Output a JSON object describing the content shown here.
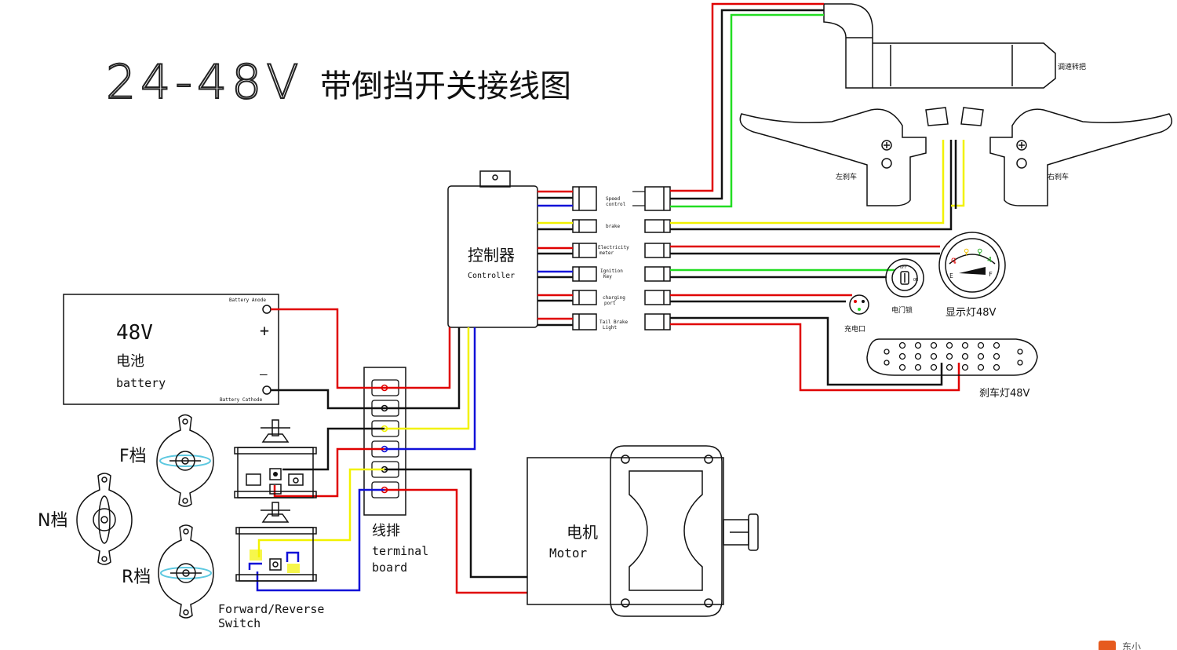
{
  "title": {
    "voltage": "24-48V",
    "text": "带倒挡开关接线图"
  },
  "controller": {
    "cn_label": "控制器",
    "en_label": "Controller",
    "connector_labels": [
      {
        "line1": "Speed",
        "line2": "control"
      },
      {
        "line1": "brake",
        "line2": ""
      },
      {
        "line1": "Electricity",
        "line2": "meter"
      },
      {
        "line1": "Ignition",
        "line2": "Key"
      },
      {
        "line1": "charging",
        "line2": "port"
      },
      {
        "line1": "Tail Brake",
        "line2": "Light"
      }
    ]
  },
  "battery": {
    "voltage": "48V",
    "cn_label": "电池",
    "en_label": "battery",
    "anode_label": "Battery Anode",
    "cathode_label": "Battery Cathode",
    "plus_symbol": "+",
    "minus_symbol": "—"
  },
  "terminal_board": {
    "cn_label": "线排",
    "en_line1": "terminal",
    "en_line2": "board"
  },
  "motor": {
    "cn_label": "电机",
    "en_label": "Motor"
  },
  "switch": {
    "f_label": "F档",
    "n_label": "N档",
    "r_label": "R档",
    "caption_line1": "Forward/Reverse",
    "caption_line2": "Switch"
  },
  "throttle": {
    "label": "调速转把"
  },
  "brakes": {
    "left_label": "左刹车",
    "right_label": "右刹车"
  },
  "ignition": {
    "label": "电门锁",
    "off_text": "OFF",
    "on_text": "ON"
  },
  "charging_port": {
    "label": "充电口"
  },
  "meter": {
    "label": "显示灯48V",
    "e_text": "E",
    "f_text": "F"
  },
  "tail_light": {
    "label": "刹车灯48V"
  },
  "watermark": {
    "text": "东小"
  },
  "colors": {
    "red": "#e00000",
    "black": "#111111",
    "green": "#22dd22",
    "yellow": "#f2f200",
    "blue": "#1010d8",
    "cyan": "#5cc8e0"
  }
}
